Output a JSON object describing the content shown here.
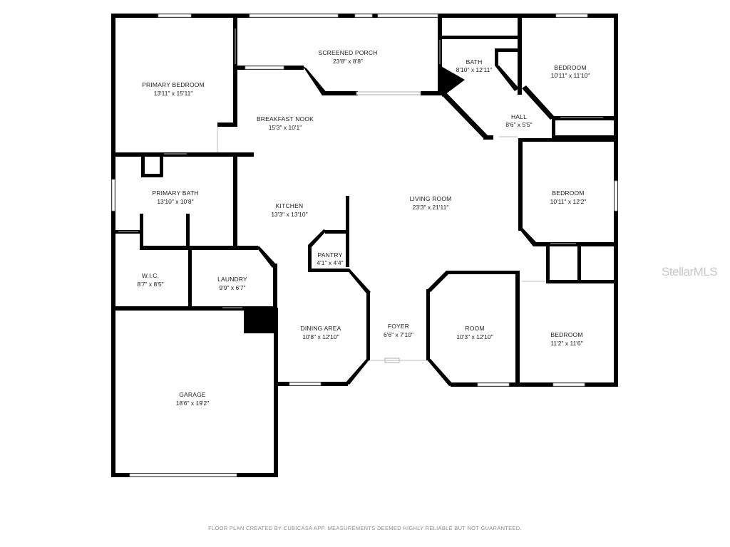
{
  "rooms": {
    "screened_porch": {
      "name": "SCREENED PORCH",
      "dims": "23'8\" x 8'8\""
    },
    "primary_bedroom": {
      "name": "PRIMARY BEDROOM",
      "dims": "13'11\" x 15'11\""
    },
    "bath": {
      "name": "BATH",
      "dims": "8'10\" x 12'11\""
    },
    "bedroom_ne": {
      "name": "BEDROOM",
      "dims": "10'11\" x 11'10\""
    },
    "breakfast_nook": {
      "name": "BREAKFAST NOOK",
      "dims": "15'3\" x 10'1\""
    },
    "hall": {
      "name": "HALL",
      "dims": "8'6\" x 5'5\""
    },
    "primary_bath": {
      "name": "PRIMARY BATH",
      "dims": "13'10\" x 10'8\""
    },
    "kitchen": {
      "name": "KITCHEN",
      "dims": "13'3\" x 13'10\""
    },
    "living_room": {
      "name": "LIVING ROOM",
      "dims": "23'3\" x 21'11\""
    },
    "bedroom_e": {
      "name": "BEDROOM",
      "dims": "10'11\" x 12'2\""
    },
    "pantry": {
      "name": "PANTRY",
      "dims": "4'1\" x 4'4\""
    },
    "wic": {
      "name": "W.I.C.",
      "dims": "8'7\" x 8'5\""
    },
    "laundry": {
      "name": "LAUNDRY",
      "dims": "9'9\" x 6'7\""
    },
    "foyer": {
      "name": "FOYER",
      "dims": "6'6\" x 7'10\""
    },
    "dining_area": {
      "name": "DINING AREA",
      "dims": "10'8\" x 12'10\""
    },
    "room": {
      "name": "ROOM",
      "dims": "10'3\" x 12'10\""
    },
    "bedroom_se": {
      "name": "BEDROOM",
      "dims": "11'2\" x 11'6\""
    },
    "garage": {
      "name": "GARAGE",
      "dims": "18'6\" x 19'2\""
    }
  },
  "watermark": "StellarMLS",
  "footer": "FLOOR PLAN CREATED BY CUBICASA APP. MEASUREMENTS DEEMED HIGHLY RELIABLE BUT NOT GUARANTEED."
}
